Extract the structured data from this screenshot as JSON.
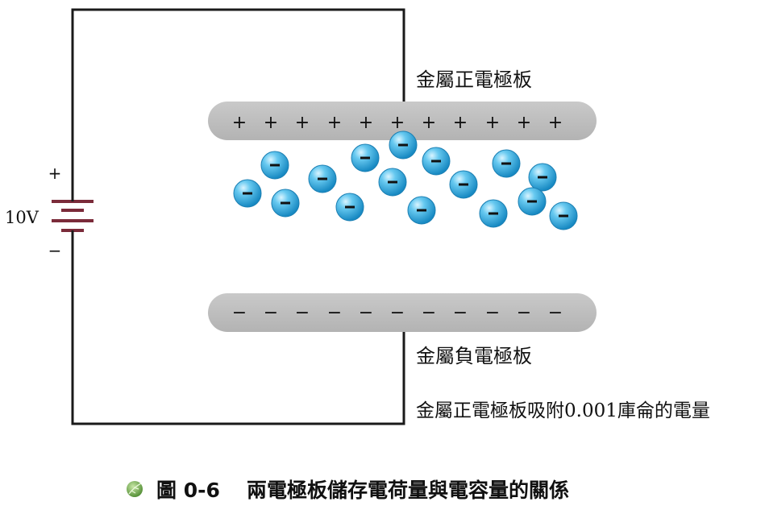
{
  "diagram": {
    "battery": {
      "voltage_label": "10V",
      "plus_sign": "+",
      "minus_sign": "−"
    },
    "positive_plate": {
      "label": "金屬正電極板",
      "charge_symbol": "+",
      "charge_count": 11
    },
    "negative_plate": {
      "label": "金屬負電極板",
      "charge_symbol": "−",
      "charge_count": 11
    },
    "electrons": {
      "symbol": "−",
      "count": 16
    },
    "note": "金屬正電極板吸附0.001庫侖的電量",
    "caption": {
      "figure_number": "圖 0-6",
      "title": "兩電極板儲存電荷量與電容量的關係"
    },
    "colors": {
      "wire": "#1a1a1a",
      "battery": "#7b2b3a",
      "plate_fill": "#bdbdbd",
      "electron_fill": "#29a9e0",
      "electron_highlight": "#bfe9fb",
      "caption_icon": "#5f9e3a",
      "text": "#111111"
    }
  }
}
